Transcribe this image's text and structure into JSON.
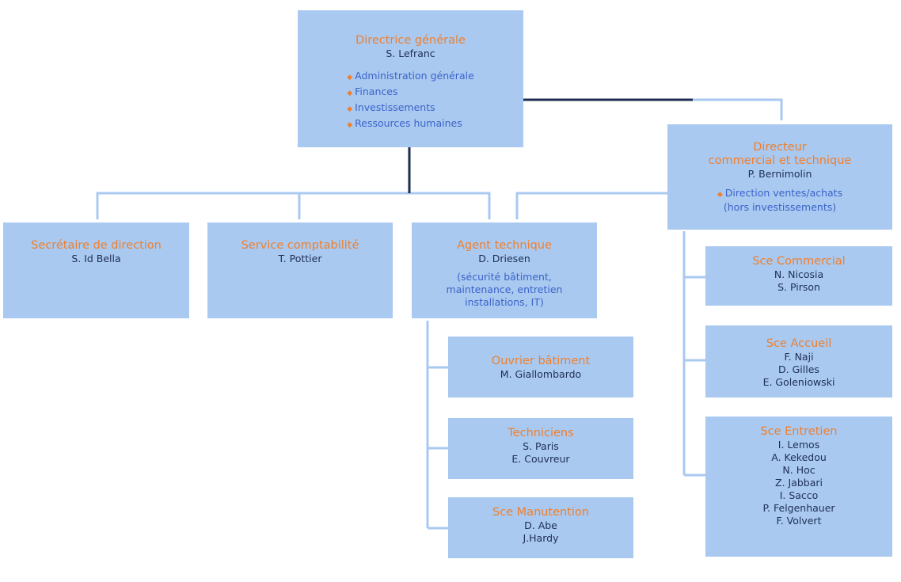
{
  "colors": {
    "box_fill": "#a9c9f0",
    "title": "#f07f2c",
    "person": "#1f2f55",
    "duty": "#3b63c9",
    "line_light": "#a9c9f0",
    "line_dark": "#1e2d52"
  },
  "director": {
    "title": "Directrice générale",
    "name": "S. Lefranc",
    "duties": [
      "Administration générale",
      "Finances",
      "Investissements",
      "Ressources humaines"
    ]
  },
  "commercial_director": {
    "title_line1": "Directeur",
    "title_line2": "commercial et technique",
    "name": "P. Bernimolin",
    "duty_line1": "Direction ventes/achats",
    "duty_line2": "(hors investissements)"
  },
  "secretary": {
    "title": "Secrétaire de direction",
    "name": "S. Id Bella"
  },
  "accounting": {
    "title": "Service comptabilité",
    "name": "T. Pottier"
  },
  "technical_agent": {
    "title": "Agent technique",
    "name": "D. Driesen",
    "duty_line1": "(sécurité bâtiment,",
    "duty_line2": "maintenance, entretien",
    "duty_line3": "installations, IT)"
  },
  "building_worker": {
    "title": "Ouvrier bâtiment",
    "members": [
      "M. Giallombardo"
    ]
  },
  "technicians": {
    "title": "Techniciens",
    "members": [
      "S. Paris",
      "E. Couvreur"
    ]
  },
  "handling": {
    "title": "Sce Manutention",
    "members": [
      "D. Abe",
      "J.Hardy"
    ]
  },
  "commercial": {
    "title": "Sce Commercial",
    "members": [
      "N. Nicosia",
      "S. Pirson"
    ]
  },
  "reception": {
    "title": "Sce Accueil",
    "members": [
      "F. Naji",
      "D. Gilles",
      "E. Goleniowski"
    ]
  },
  "maintenance": {
    "title": "Sce Entretien",
    "members": [
      "I. Lemos",
      "A. Kekedou",
      "N. Hoc",
      "Z. Jabbari",
      "I. Sacco",
      "P. Felgenhauer",
      "F. Volvert"
    ]
  }
}
